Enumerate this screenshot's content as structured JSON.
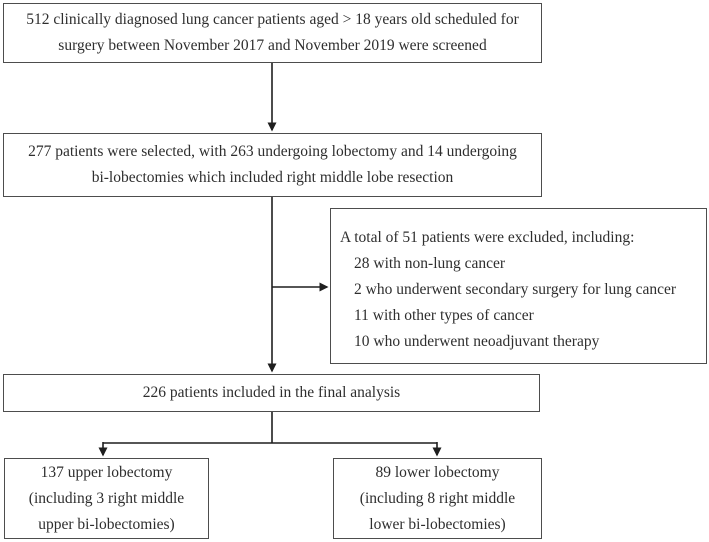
{
  "flowchart": {
    "boxes": {
      "screened": {
        "lines": [
          "512 clinically diagnosed lung cancer patients aged > 18 years old scheduled for",
          "surgery between November 2017 and November 2019 were screened"
        ]
      },
      "selected": {
        "lines": [
          "277 patients were selected, with 263 undergoing lobectomy and 14 undergoing",
          "bi-lobectomies which included right middle lobe resection"
        ]
      },
      "excluded": {
        "title": "A total of 51 patients were excluded, including:",
        "items": [
          "28 with non-lung cancer",
          "2 who underwent secondary surgery for lung cancer",
          "11 with other types of cancer",
          "10 who underwent neoadjuvant therapy"
        ]
      },
      "final": {
        "lines": [
          "226 patients included in the final analysis"
        ]
      },
      "upper": {
        "lines": [
          "137 upper lobectomy",
          "(including 3 right middle",
          "upper bi-lobectomies)"
        ]
      },
      "lower": {
        "lines": [
          "89 lower lobectomy",
          "(including 8 right middle",
          "lower bi-lobectomies)"
        ]
      }
    },
    "counts": {
      "screened": 512,
      "selected": 277,
      "lobectomy": 263,
      "bi_lobectomies": 14,
      "excluded_total": 51,
      "non_lung_cancer": 28,
      "secondary_surgery": 2,
      "other_cancer": 11,
      "neoadjuvant_therapy": 10,
      "final_analysis": 226,
      "upper_lobectomy": 137,
      "upper_bi_lobectomies": 3,
      "lower_lobectomy": 89,
      "lower_bi_lobectomies": 8
    },
    "colors": {
      "border": "#4d4d4d",
      "text": "#2e2e2e",
      "arrow": "#1f1f1f",
      "background": "#ffffff"
    }
  }
}
